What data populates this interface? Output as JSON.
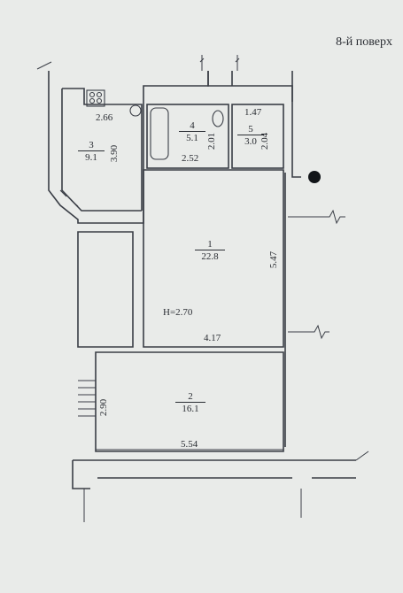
{
  "floor_label": "8-й поверх",
  "ceiling_height": "Н=2.70",
  "rooms": [
    {
      "id": "1",
      "area": "22.8"
    },
    {
      "id": "2",
      "area": "16.1"
    },
    {
      "id": "3",
      "area": "9.1"
    },
    {
      "id": "4",
      "area": "5.1"
    },
    {
      "id": "5",
      "area": "3.0"
    }
  ],
  "dimensions": {
    "kitchen_width": "2.66",
    "kitchen_length": "3.90",
    "bath_height": "2.01",
    "bath_width": "2.52",
    "wc_width": "1.47",
    "wc_length": "2.04",
    "living_length": "5.47",
    "living_width": "4.17",
    "bedroom_length": "2.90",
    "bedroom_width": "5.54"
  },
  "colors": {
    "paper": "#e9ebe9",
    "ink": "#2a2d33"
  }
}
